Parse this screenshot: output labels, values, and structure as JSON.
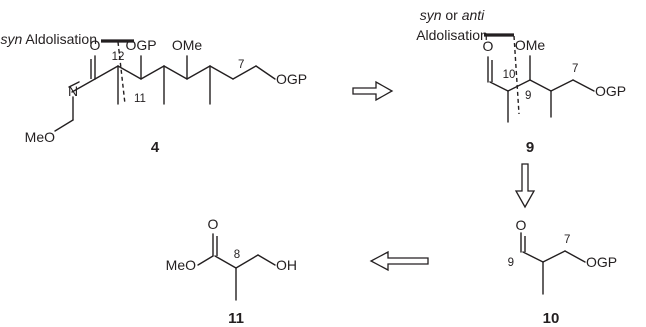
{
  "annotations": {
    "syn_aldolisation_prefix": "syn",
    "syn_aldolisation_rest": "Aldolisation",
    "syn_or_anti_line1_syn": "syn",
    "syn_or_anti_line1_or": "or",
    "syn_or_anti_line1_anti": "anti",
    "syn_or_anti_line2": "Aldolisation"
  },
  "compound_4": {
    "label": "4",
    "atoms": {
      "o_carbonyl": "O",
      "n": "N",
      "o_methoxy": "MeO",
      "ogp_top": "OGP",
      "ome": "OMe",
      "ogp_end": "OGP"
    },
    "locants": {
      "c12": "12",
      "c11": "11",
      "c7": "7"
    }
  },
  "compound_9": {
    "label": "9",
    "atoms": {
      "o_aldehyde": "O",
      "ome": "OMe",
      "ogp": "OGP"
    },
    "locants": {
      "c10": "10",
      "c9": "9",
      "c7": "7"
    }
  },
  "compound_10": {
    "label": "10",
    "atoms": {
      "o_aldehyde": "O",
      "ogp": "OGP"
    },
    "locants": {
      "c9": "9",
      "c7": "7"
    }
  },
  "compound_11": {
    "label": "11",
    "atoms": {
      "o_carbonyl": "O",
      "meo": "MeO",
      "oh": "OH"
    },
    "locants": {
      "c8": "8"
    }
  }
}
